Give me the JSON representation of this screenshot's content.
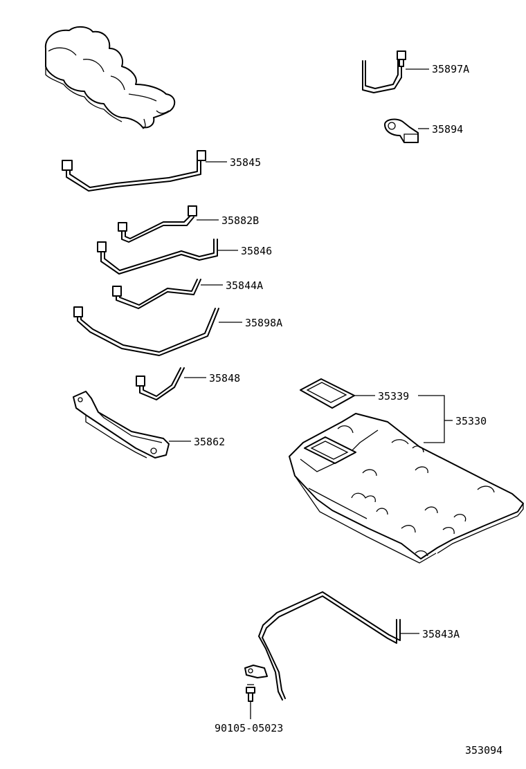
{
  "labels": {
    "p35897A": "35897A",
    "p35894": "35894",
    "p35845": "35845",
    "p35882B": "35882B",
    "p35846": "35846",
    "p35844A": "35844A",
    "p35898A": "35898A",
    "p35848": "35848",
    "p35339": "35339",
    "p35330": "35330",
    "p35862": "35862",
    "p35843A": "35843A",
    "p90105": "90105-05023"
  },
  "diagram_id": "353094"
}
